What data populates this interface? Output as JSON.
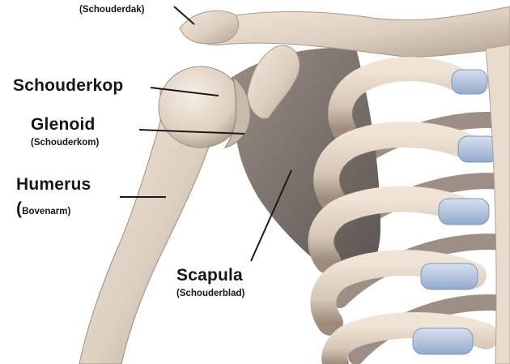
{
  "labels": {
    "top_sub": "(Schouderdak)",
    "head": {
      "name": "Schouderkop"
    },
    "glenoid": {
      "name": "Glenoid",
      "sub": "(Schouderkom)"
    },
    "humerus": {
      "name": "Humerus",
      "paren": "(",
      "sub": "Bovenarm)"
    },
    "scapula": {
      "name": "Scapula",
      "sub": "(Schouderblad)"
    }
  },
  "colors": {
    "background": "#ffffff",
    "bone": "#e4d7c8",
    "bone_shadow": "#a89888",
    "scapula": "#7f7670",
    "cartilage": "#a9bddc",
    "label_text": "#161616",
    "leader_line": "#1a1a1a"
  }
}
